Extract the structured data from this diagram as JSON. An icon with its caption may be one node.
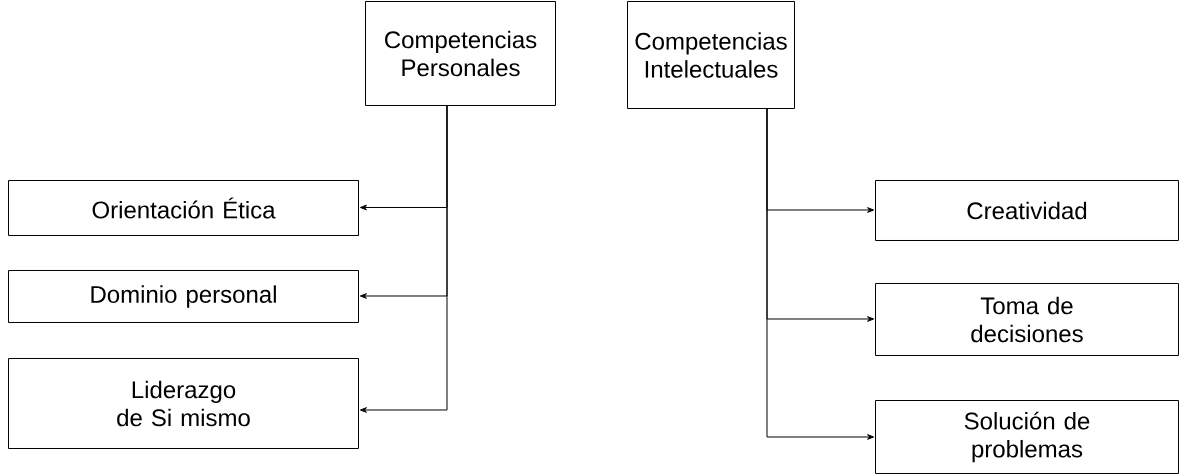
{
  "diagram": {
    "nodes": [
      {
        "text": [
          "Competencias Personales"
        ]
      },
      {
        "text": [
          "Competencias Intelectuales"
        ]
      },
      {
        "text": [
          "Orientación Ética"
        ]
      },
      {
        "text": [
          "Dominio personal"
        ]
      },
      {
        "text": [
          "Liderazgo de Si mismo"
        ]
      },
      {
        "text": [
          "Creatividad"
        ]
      },
      {
        "text": [
          "Toma de decisiones"
        ]
      },
      {
        "text": [
          "Solución de problemas"
        ]
      }
    ],
    "edges": [
      {
        "from": 0,
        "to": 2,
        "arrow": "to"
      },
      {
        "from": 0,
        "to": 3,
        "arrow": "to"
      },
      {
        "from": 0,
        "to": 4,
        "arrow": "to"
      },
      {
        "from": 1,
        "to": 5,
        "arrow": "to"
      },
      {
        "from": 1,
        "to": 6,
        "arrow": "to"
      },
      {
        "from": 1,
        "to": 7,
        "arrow": "to"
      }
    ]
  }
}
